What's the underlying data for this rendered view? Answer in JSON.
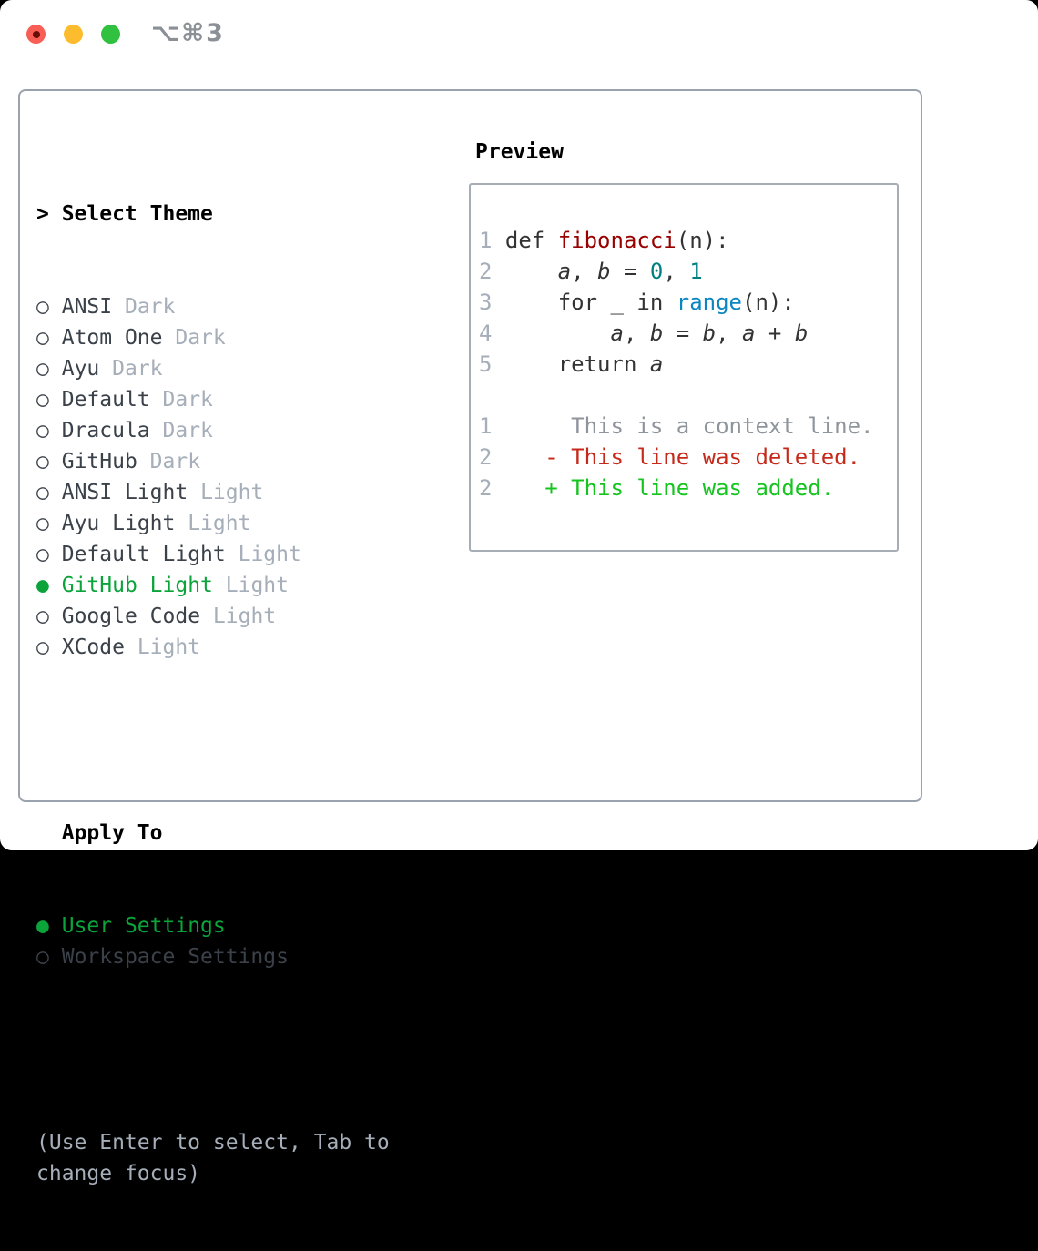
{
  "window": {
    "shortcut_label": "⌥⌘3",
    "traffic_lights": [
      "close",
      "minimize",
      "zoom"
    ]
  },
  "theme_panel": {
    "header": "Select Theme",
    "header_cursor": ">",
    "items": [
      {
        "label": "ANSI",
        "tag": "Dark",
        "selected": false
      },
      {
        "label": "Atom One",
        "tag": "Dark",
        "selected": false
      },
      {
        "label": "Ayu",
        "tag": "Dark",
        "selected": false
      },
      {
        "label": "Default",
        "tag": "Dark",
        "selected": false
      },
      {
        "label": "Dracula",
        "tag": "Dark",
        "selected": false
      },
      {
        "label": "GitHub",
        "tag": "Dark",
        "selected": false
      },
      {
        "label": "ANSI Light",
        "tag": "Light",
        "selected": false
      },
      {
        "label": "Ayu Light",
        "tag": "Light",
        "selected": false
      },
      {
        "label": "Default Light",
        "tag": "Light",
        "selected": false
      },
      {
        "label": "GitHub Light",
        "tag": "Light",
        "selected": true
      },
      {
        "label": "Google Code",
        "tag": "Light",
        "selected": false
      },
      {
        "label": "XCode",
        "tag": "Light",
        "selected": false
      }
    ],
    "apply_header": "Apply To",
    "apply_items": [
      {
        "label": "User Settings",
        "selected": true
      },
      {
        "label": "Workspace Settings",
        "selected": false
      }
    ],
    "hint_lines": [
      "(Use Enter to select, Tab to",
      "change focus)"
    ],
    "radio_glyph_unselected": "○",
    "radio_glyph_selected": "●"
  },
  "preview": {
    "header": "Preview",
    "code_lines": [
      {
        "num": "1",
        "tokens": [
          {
            "text": "def ",
            "style": "code"
          },
          {
            "text": "fibonacci",
            "style": "title"
          },
          {
            "text": "(n):",
            "style": "code"
          }
        ]
      },
      {
        "num": "2",
        "tokens": [
          {
            "text": "    ",
            "style": "code"
          },
          {
            "text": "a",
            "style": "var"
          },
          {
            "text": ", ",
            "style": "code"
          },
          {
            "text": "b",
            "style": "var"
          },
          {
            "text": " = ",
            "style": "code"
          },
          {
            "text": "0",
            "style": "number"
          },
          {
            "text": ", ",
            "style": "code"
          },
          {
            "text": "1",
            "style": "number"
          }
        ]
      },
      {
        "num": "3",
        "tokens": [
          {
            "text": "    for _ in ",
            "style": "code"
          },
          {
            "text": "range",
            "style": "builtin"
          },
          {
            "text": "(n):",
            "style": "code"
          }
        ]
      },
      {
        "num": "4",
        "tokens": [
          {
            "text": "        ",
            "style": "code"
          },
          {
            "text": "a",
            "style": "var"
          },
          {
            "text": ", ",
            "style": "code"
          },
          {
            "text": "b",
            "style": "var"
          },
          {
            "text": " = ",
            "style": "code"
          },
          {
            "text": "b",
            "style": "var"
          },
          {
            "text": ", ",
            "style": "code"
          },
          {
            "text": "a",
            "style": "var"
          },
          {
            "text": " + ",
            "style": "code"
          },
          {
            "text": "b",
            "style": "var"
          }
        ]
      },
      {
        "num": "5",
        "tokens": [
          {
            "text": "    return ",
            "style": "code"
          },
          {
            "text": "a",
            "style": "var"
          }
        ]
      }
    ],
    "diff_lines": [
      {
        "num": "1",
        "marker": " ",
        "text": "This is a context line.",
        "kind": "context"
      },
      {
        "num": "2",
        "marker": "-",
        "text": "This line was deleted.",
        "kind": "deletion"
      },
      {
        "num": "2",
        "marker": "+",
        "text": "This line was added.",
        "kind": "addition"
      }
    ]
  },
  "colors": {
    "selected_green": "#0ba43a",
    "added_green": "#15c41f",
    "deleted_red": "#c5291a",
    "title_red": "#990000",
    "number_teal": "#008080",
    "builtin_blue": "#0c86c0",
    "code_text": "#333333",
    "muted_gray": "#a5aeb9",
    "context_gray": "#8d949b",
    "panel_border": "#9aa3ad",
    "traffic_red": "#f85e55",
    "traffic_yellow": "#fdbc2e",
    "traffic_green": "#2fc13f"
  }
}
